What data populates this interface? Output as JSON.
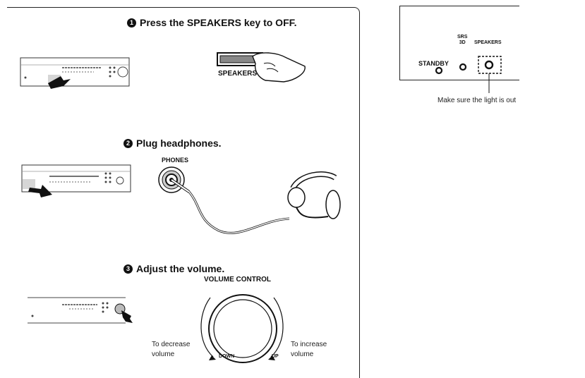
{
  "steps": [
    {
      "num": "1",
      "text": "Press the SPEAKERS key to OFF."
    },
    {
      "num": "2",
      "text": "Plug headphones."
    },
    {
      "num": "3",
      "text": "Adjust the volume."
    }
  ],
  "labels": {
    "speakers_key": "SPEAKERS",
    "phones": "PHONES",
    "volume_control": "VOLUME CONTROL",
    "decrease": "To decrease volume",
    "increase": "To increase volume",
    "down": "DOWN",
    "up": "UP"
  },
  "panel": {
    "srs": "SRS",
    "srs_3d": "3D",
    "speakers": "SPEAKERS",
    "standby": "STANDBY",
    "note": "Make sure the light is out"
  }
}
